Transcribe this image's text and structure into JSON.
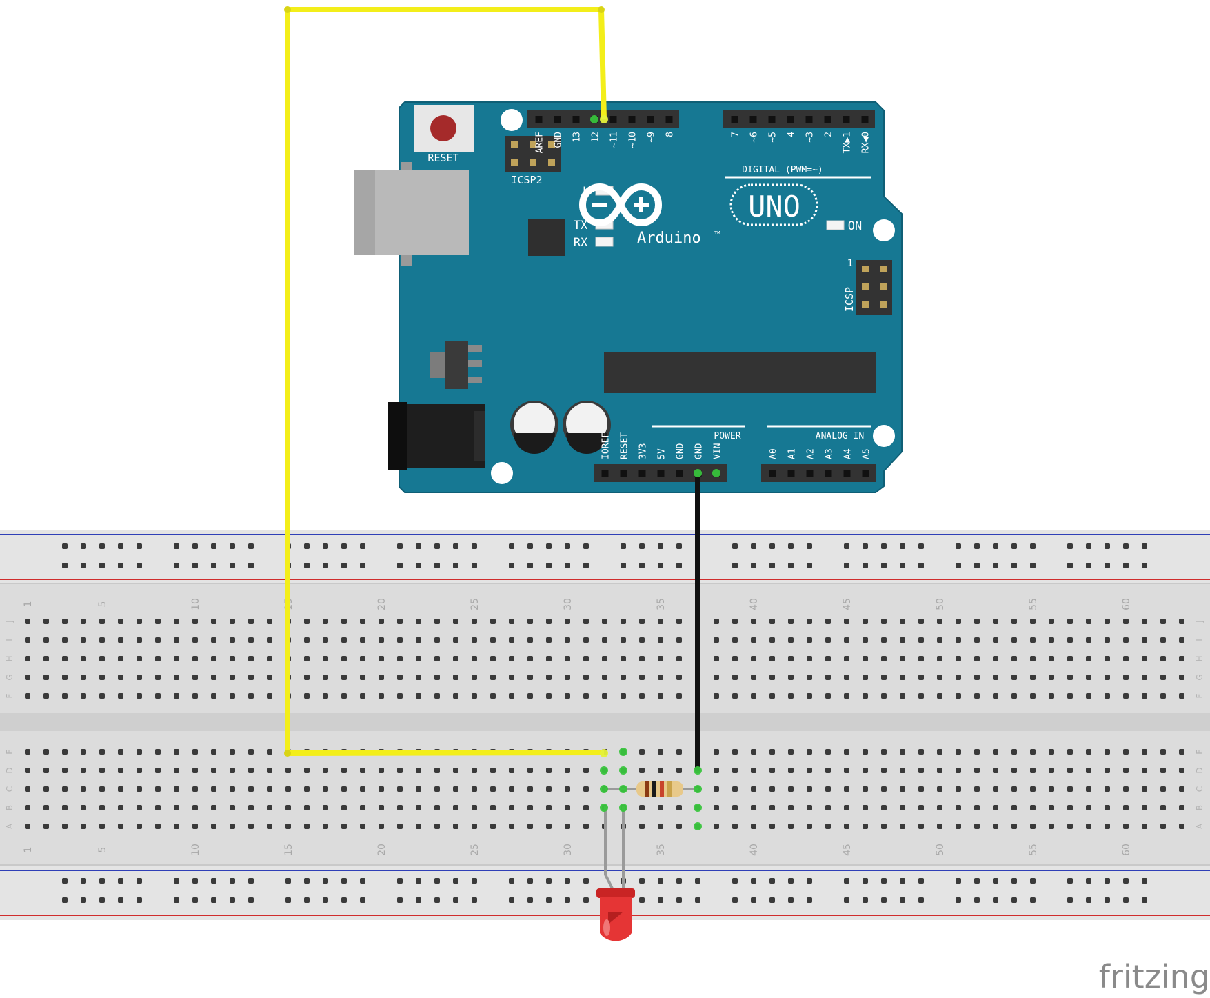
{
  "board": {
    "reset_label": "RESET",
    "icsp2_label": "ICSP2",
    "icsp_label": "ICSP",
    "icsp_pin1": "1",
    "digital_section": "DIGITAL (PWM=~)",
    "digital_pins_left": [
      "AREF",
      "GND",
      "13",
      "12",
      "~11",
      "~10",
      "~9",
      "8"
    ],
    "digital_pins_right": [
      "7",
      "~6",
      "~5",
      "4",
      "~3",
      "2",
      "TX▶1",
      "RX◀0"
    ],
    "led_l": "L",
    "led_tx": "TX",
    "led_rx": "RX",
    "led_on": "ON",
    "logo_model": "UNO",
    "logo_brand": "Arduino",
    "logo_tm": "TM",
    "power_section": "POWER",
    "power_pins": [
      "IOREF",
      "RESET",
      "3V3",
      "5V",
      "GND",
      "GND",
      "VIN"
    ],
    "analog_section": "ANALOG IN",
    "analog_pins": [
      "A0",
      "A1",
      "A2",
      "A3",
      "A4",
      "A5"
    ],
    "colors": {
      "pcb": "#167893",
      "pcb_edge": "#0f5f76",
      "header": "#333333",
      "silk": "#ffffff"
    }
  },
  "breadboard": {
    "column_numbers": [
      "1",
      "5",
      "10",
      "15",
      "20",
      "25",
      "30",
      "35",
      "40",
      "45",
      "50",
      "55",
      "60"
    ],
    "rows_top": [
      "J",
      "I",
      "H",
      "G",
      "F"
    ],
    "rows_bottom": [
      "E",
      "D",
      "C",
      "B",
      "A"
    ],
    "colors": {
      "body": "#dcdcdc",
      "hole": "#3a3a3a",
      "blue_rail": "#2f3fb7",
      "red_rail": "#cf2c2c"
    }
  },
  "wires": {
    "signal_color": "#f3ee1a",
    "ground_color": "#111111"
  },
  "components": {
    "resistor_bands": [
      "#8b3a12",
      "#1a1a1a",
      "#c8432b",
      "#c9a24a"
    ],
    "led_color": "#e53535"
  },
  "brand_mark": "fritzing"
}
